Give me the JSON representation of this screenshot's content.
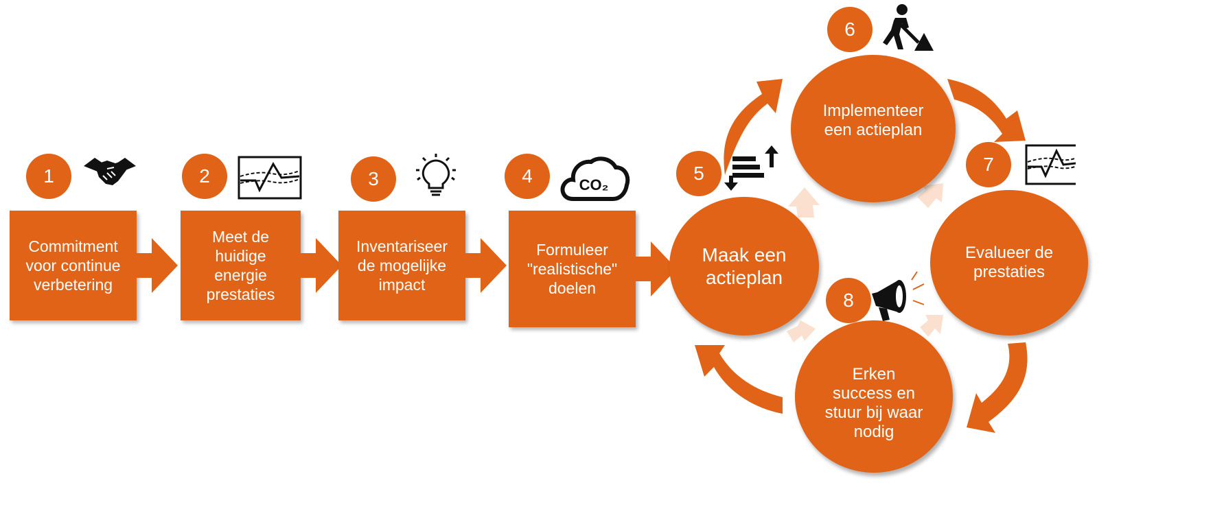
{
  "colors": {
    "accent": "#e06317",
    "light_arrow": "#fbe0cf",
    "text_on_accent": "#ffffff",
    "icon": "#111111"
  },
  "steps": [
    {
      "number": "1",
      "label": "Commitment\nvoor continue\nverbetering",
      "icon": "handshake-icon"
    },
    {
      "number": "2",
      "label": "Meet de\nhuidige\nenergie\nprestaties",
      "icon": "line-chart-icon"
    },
    {
      "number": "3",
      "label": "Inventariseer\nde mogelijke\nimpact",
      "icon": "lightbulb-icon"
    },
    {
      "number": "4",
      "label": "Formuleer\n\"realistische\"\ndoelen",
      "icon": "co2-cloud-icon"
    }
  ],
  "cycle": [
    {
      "number": "5",
      "label": "Maak een\nactieplan",
      "icon": "sort-arrows-icon"
    },
    {
      "number": "6",
      "label": "Implementeer\neen actieplan",
      "icon": "digging-worker-icon"
    },
    {
      "number": "7",
      "label": "Evalueer de\nprestaties",
      "icon": "line-chart-icon"
    },
    {
      "number": "8",
      "label": "Erken\nsuccess en\nstuur bij waar\nnodig",
      "icon": "megaphone-icon"
    }
  ],
  "co2_text": "CO₂"
}
